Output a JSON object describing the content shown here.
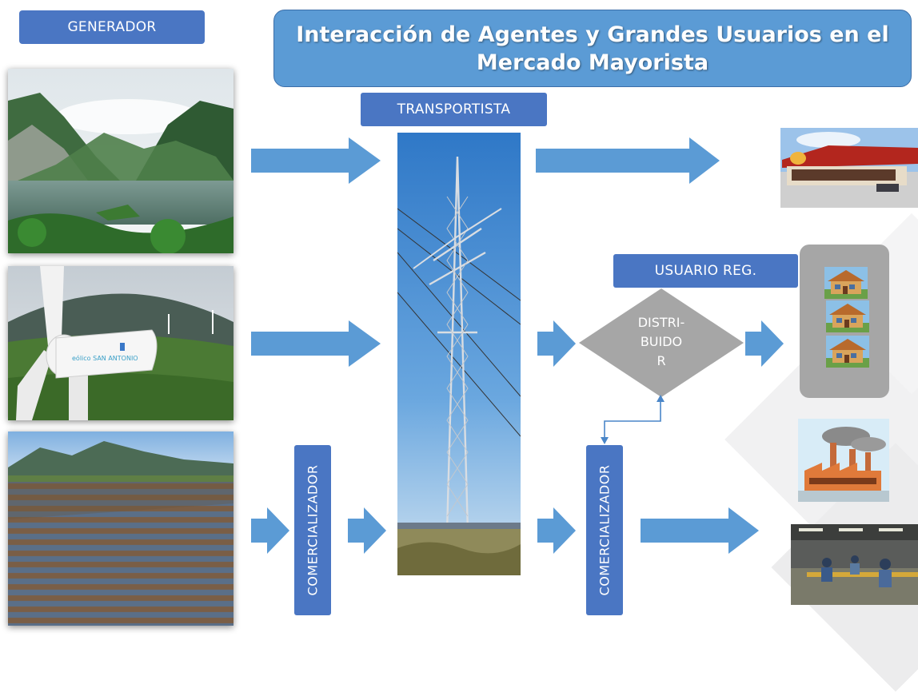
{
  "title": {
    "line1": "Interacción de Agentes y Grandes Usuarios en el",
    "line2": "Mercado Mayorista"
  },
  "labels": {
    "generador": "GENERADOR",
    "transportista": "TRANSPORTISTA",
    "usuario_reg": "USUARIO REG.",
    "comercializador_left": "COMERCIALIZADOR",
    "comercializador_right": "COMERCIALIZADOR"
  },
  "distribuidor": {
    "line1": "DISTRI-",
    "line2": "BUIDO",
    "line3": "R"
  },
  "photo_text": {
    "turbine_logo": "eólico SAN ANTONIO"
  },
  "colors": {
    "label_box": "#4a76c3",
    "title_box": "#5b9bd5",
    "arrow": "#5b9bd5",
    "diamond": "#a6a6a6",
    "house_panel": "#a6a6a6"
  },
  "icons": [
    "hydro-dam-photo",
    "wind-turbine-photo",
    "solar-farm-photo",
    "transmission-tower-photo",
    "restaurant-photo",
    "house-icon",
    "factory-icon",
    "workshop-photo"
  ]
}
